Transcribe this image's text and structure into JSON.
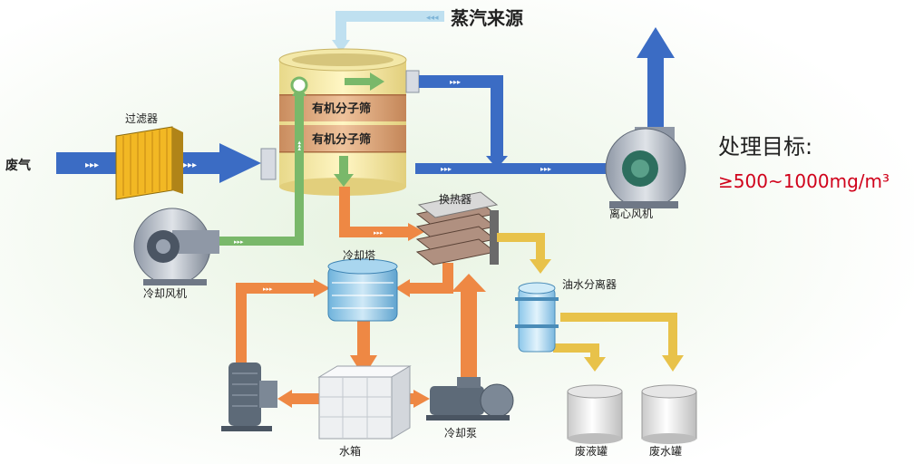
{
  "labels": {
    "steam_source": "蒸汽来源",
    "filter": "过滤器",
    "waste_gas": "废气",
    "sieve_1": "有机分子筛",
    "sieve_2": "有机分子筛",
    "heat_exchanger": "换热器",
    "centrifugal_fan": "离心风机",
    "cooling_fan": "冷却风机",
    "cooling_tower": "冷却塔",
    "oil_water_separator": "油水分离器",
    "water_tank": "水箱",
    "cooling_pump": "冷却泵",
    "waste_liquid_tank": "废液罐",
    "waste_water_tank": "废水罐"
  },
  "target": {
    "title": "处理目标:",
    "value": "≥500~1000mg/m³"
  },
  "colors": {
    "gas_blue": "#3b6cc4",
    "steam_light": "#bfe0f0",
    "cool_green": "#79b86a",
    "water_orange": "#ee8844",
    "oil_yellow": "#e8c24a",
    "sieve_band": "#d9a57a",
    "accent_red": "#d0021b"
  }
}
